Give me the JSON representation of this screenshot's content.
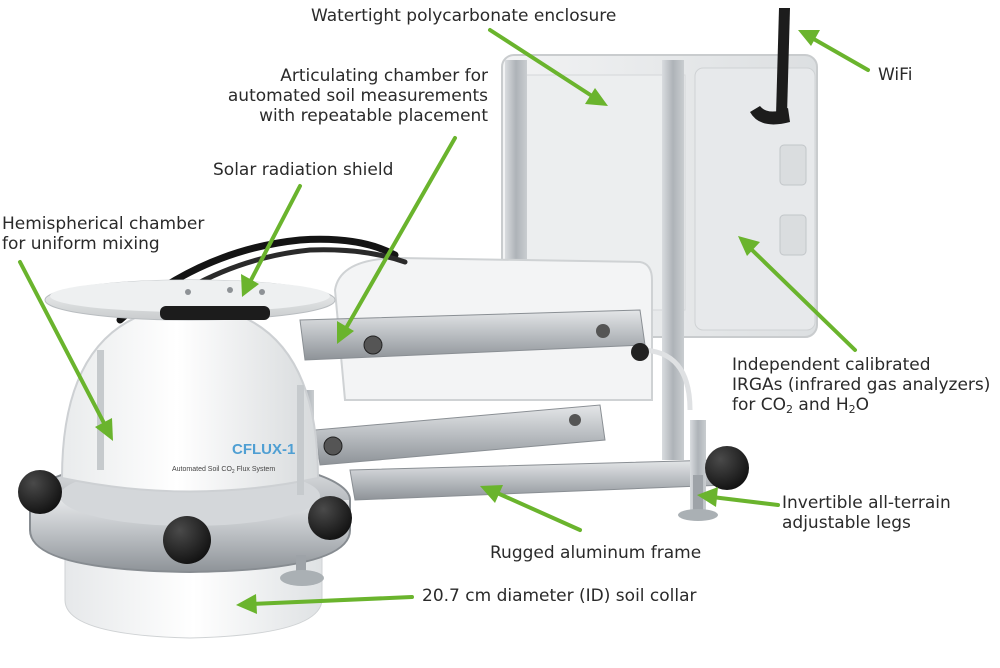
{
  "accent_color": "#6ab42d",
  "labels": {
    "enclosure": "Watertight polycarbonate enclosure",
    "wifi": "WiFi",
    "articulating": [
      "Articulating chamber for",
      "automated soil measurements",
      "with repeatable placement"
    ],
    "solar_shield": "Solar radiation shield",
    "hemispherical": [
      "Hemispherical chamber",
      "for uniform mixing"
    ],
    "irgas": {
      "line1": "Independent calibrated",
      "line2": "IRGAs (infrared gas analyzers)",
      "line3_a": "for CO",
      "line3_sub1": "2",
      "line3_b": " and H",
      "line3_sub2": "2",
      "line3_c": "O"
    },
    "legs": [
      "Invertible all-terrain",
      "adjustable legs"
    ],
    "frame": "Rugged aluminum frame",
    "collar": "20.7 cm diameter (ID) soil collar"
  },
  "product": {
    "name": "CFLUX-1",
    "subtitle_a": "Automated Soil CO",
    "subtitle_sub": "2",
    "subtitle_b": " Flux System"
  }
}
